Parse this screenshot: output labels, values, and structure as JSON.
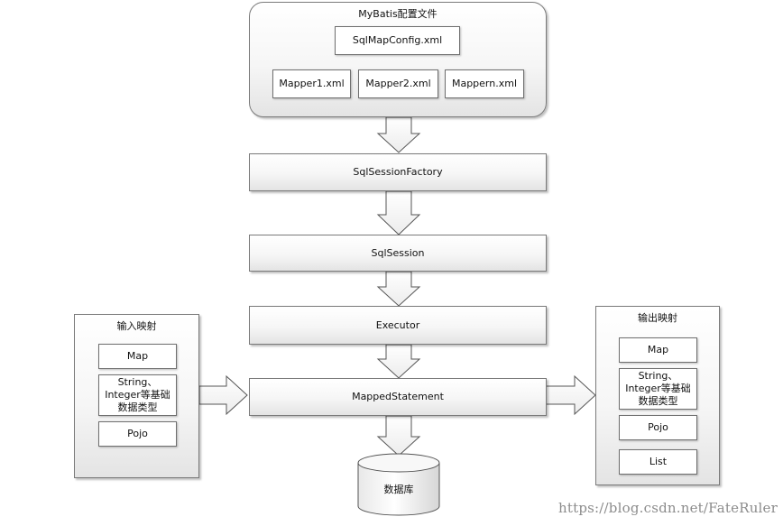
{
  "config_group": {
    "title": "MyBatis配置文件",
    "sqlmapconfig": "SqlMapConfig.xml",
    "mappers": [
      "Mapper1.xml",
      "Mapper2.xml",
      "Mappern.xml"
    ]
  },
  "flow": {
    "factory": "SqlSessionFactory",
    "session": "SqlSession",
    "executor": "Executor",
    "mapped_statement": "MappedStatement",
    "database": "数据库"
  },
  "input_mapping": {
    "title": "输入映射",
    "items": [
      "Map",
      "String、Integer等基础数据类型",
      "Pojo"
    ]
  },
  "output_mapping": {
    "title": "输出映射",
    "items": [
      "Map",
      "String、Integer等基础数据类型",
      "Pojo",
      "List"
    ]
  },
  "watermark": "https://blog.csdn.net/FateRuler"
}
